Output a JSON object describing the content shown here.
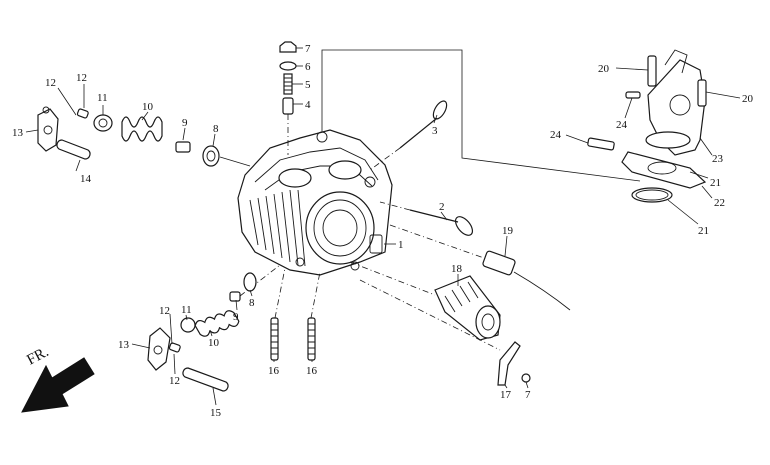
{
  "diagram": {
    "front_label": "FR.",
    "callouts": [
      {
        "id": "c7a",
        "text": "7"
      },
      {
        "id": "c6",
        "text": "6"
      },
      {
        "id": "c5",
        "text": "5"
      },
      {
        "id": "c4",
        "text": "4"
      },
      {
        "id": "c3",
        "text": "3"
      },
      {
        "id": "c2",
        "text": "2"
      },
      {
        "id": "c1",
        "text": "1"
      },
      {
        "id": "c12a",
        "text": "12"
      },
      {
        "id": "c12b",
        "text": "12"
      },
      {
        "id": "c11a",
        "text": "11"
      },
      {
        "id": "c10a",
        "text": "10"
      },
      {
        "id": "c9a",
        "text": "9"
      },
      {
        "id": "c8a",
        "text": "8"
      },
      {
        "id": "c13a",
        "text": "13"
      },
      {
        "id": "c14",
        "text": "14"
      },
      {
        "id": "c20a",
        "text": "20"
      },
      {
        "id": "c20b",
        "text": "20"
      },
      {
        "id": "c24a",
        "text": "24"
      },
      {
        "id": "c24b",
        "text": "24"
      },
      {
        "id": "c23",
        "text": "23"
      },
      {
        "id": "c21a",
        "text": "21"
      },
      {
        "id": "c22",
        "text": "22"
      },
      {
        "id": "c21b",
        "text": "21"
      },
      {
        "id": "c19",
        "text": "19"
      },
      {
        "id": "c18",
        "text": "18"
      },
      {
        "id": "c8b",
        "text": "8"
      },
      {
        "id": "c9b",
        "text": "9"
      },
      {
        "id": "c11b",
        "text": "11"
      },
      {
        "id": "c12c",
        "text": "12"
      },
      {
        "id": "c10b",
        "text": "10"
      },
      {
        "id": "c13b",
        "text": "13"
      },
      {
        "id": "c12d",
        "text": "12"
      },
      {
        "id": "c15",
        "text": "15"
      },
      {
        "id": "c16a",
        "text": "16"
      },
      {
        "id": "c16b",
        "text": "16"
      },
      {
        "id": "c17",
        "text": "17"
      },
      {
        "id": "c7b",
        "text": "7"
      }
    ]
  }
}
